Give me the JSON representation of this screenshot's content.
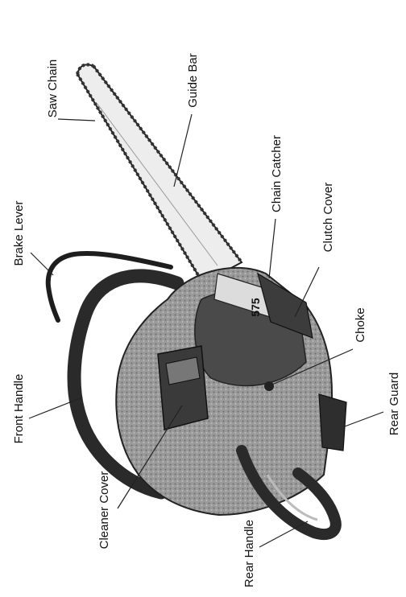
{
  "diagram": {
    "labels": {
      "saw_chain": "Saw Chain",
      "guide_bar": "Guide Bar",
      "chain_catcher": "Chain Catcher",
      "clutch_cover": "Clutch Cover",
      "brake_lever": "Brake Lever",
      "front_handle": "Front Handle",
      "choke": "Choke",
      "rear_guard": "Rear Guard",
      "cleaner_cover": "Cleaner Cover",
      "rear_handle": "Rear Handle"
    },
    "model_badge": "575"
  }
}
